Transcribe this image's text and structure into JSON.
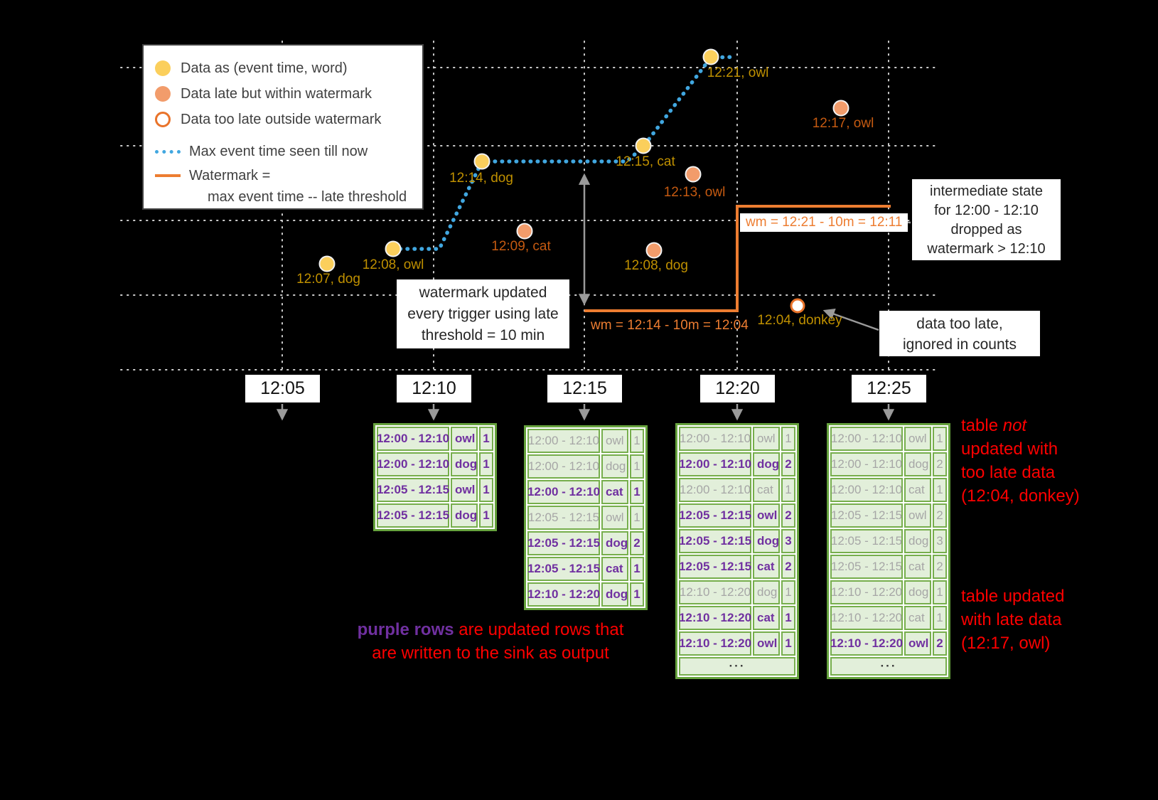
{
  "legend": {
    "items": [
      {
        "label": "Data as (event time, word)"
      },
      {
        "label": "Data late but within watermark"
      },
      {
        "label": "Data too late outside watermark"
      },
      {
        "label": "Max event time seen till now"
      },
      {
        "label_line1": "Watermark =",
        "label_line2": "max event time -- late threshold"
      }
    ]
  },
  "points": {
    "on_time": [
      {
        "label": "12:07, dog"
      },
      {
        "label": "12:08, owl"
      },
      {
        "label": "12:14, dog"
      },
      {
        "label": "12:15, cat"
      },
      {
        "label": "12:21, owl"
      }
    ],
    "late": [
      {
        "label": "12:09, cat"
      },
      {
        "label": "12:13, owl"
      },
      {
        "label": "12:08, dog"
      },
      {
        "label": "12:17, owl"
      }
    ],
    "too_late": [
      {
        "label": "12:04, donkey"
      }
    ]
  },
  "watermark_labels": {
    "first": "wm = 12:14 - 10m = 12:04",
    "second": "wm = 12:21 - 10m = 12:11"
  },
  "callouts": {
    "watermark_updated": {
      "lines": [
        "watermark updated",
        "every trigger using late",
        "threshold = 10 min"
      ]
    },
    "intermediate_state": {
      "lines": [
        "intermediate state",
        "for 12:00 - 12:10",
        "dropped as",
        "watermark > 12:10"
      ]
    },
    "too_late": {
      "lines": [
        "data too late,",
        "ignored in counts"
      ]
    }
  },
  "axis": {
    "ticks": [
      "12:05",
      "12:10",
      "12:15",
      "12:20",
      "12:25"
    ]
  },
  "table_ellipsis": "···",
  "tables": [
    {
      "trigger": "12:10",
      "more": false,
      "rows": [
        {
          "range": "12:00 - 12:10",
          "word": "owl",
          "count": "1",
          "updated": true
        },
        {
          "range": "12:00 - 12:10",
          "word": "dog",
          "count": "1",
          "updated": true
        },
        {
          "range": "12:05 - 12:15",
          "word": "owl",
          "count": "1",
          "updated": true
        },
        {
          "range": "12:05 - 12:15",
          "word": "dog",
          "count": "1",
          "updated": true
        }
      ]
    },
    {
      "trigger": "12:15",
      "more": false,
      "rows": [
        {
          "range": "12:00 - 12:10",
          "word": "owl",
          "count": "1",
          "updated": false
        },
        {
          "range": "12:00 - 12:10",
          "word": "dog",
          "count": "1",
          "updated": false
        },
        {
          "range": "12:00 - 12:10",
          "word": "cat",
          "count": "1",
          "updated": true
        },
        {
          "range": "12:05 - 12:15",
          "word": "owl",
          "count": "1",
          "updated": false
        },
        {
          "range": "12:05 - 12:15",
          "word": "dog",
          "count": "2",
          "updated": true
        },
        {
          "range": "12:05 - 12:15",
          "word": "cat",
          "count": "1",
          "updated": true
        },
        {
          "range": "12:10 - 12:20",
          "word": "dog",
          "count": "1",
          "updated": true
        }
      ]
    },
    {
      "trigger": "12:20",
      "more": true,
      "rows": [
        {
          "range": "12:00 - 12:10",
          "word": "owl",
          "count": "1",
          "updated": false
        },
        {
          "range": "12:00 - 12:10",
          "word": "dog",
          "count": "2",
          "updated": true
        },
        {
          "range": "12:00 - 12:10",
          "word": "cat",
          "count": "1",
          "updated": false
        },
        {
          "range": "12:05 - 12:15",
          "word": "owl",
          "count": "2",
          "updated": true
        },
        {
          "range": "12:05 - 12:15",
          "word": "dog",
          "count": "3",
          "updated": true
        },
        {
          "range": "12:05 - 12:15",
          "word": "cat",
          "count": "2",
          "updated": true
        },
        {
          "range": "12:10 - 12:20",
          "word": "dog",
          "count": "1",
          "updated": false
        },
        {
          "range": "12:10 - 12:20",
          "word": "cat",
          "count": "1",
          "updated": true
        },
        {
          "range": "12:10 - 12:20",
          "word": "owl",
          "count": "1",
          "updated": true
        }
      ]
    },
    {
      "trigger": "12:25",
      "more": true,
      "rows": [
        {
          "range": "12:00 - 12:10",
          "word": "owl",
          "count": "1",
          "updated": false
        },
        {
          "range": "12:00 - 12:10",
          "word": "dog",
          "count": "2",
          "updated": false
        },
        {
          "range": "12:00 - 12:10",
          "word": "cat",
          "count": "1",
          "updated": false
        },
        {
          "range": "12:05 - 12:15",
          "word": "owl",
          "count": "2",
          "updated": false
        },
        {
          "range": "12:05 - 12:15",
          "word": "dog",
          "count": "3",
          "updated": false
        },
        {
          "range": "12:05 - 12:15",
          "word": "cat",
          "count": "2",
          "updated": false
        },
        {
          "range": "12:10 - 12:20",
          "word": "dog",
          "count": "1",
          "updated": false
        },
        {
          "range": "12:10 - 12:20",
          "word": "cat",
          "count": "1",
          "updated": false
        },
        {
          "range": "12:10 - 12:20",
          "word": "owl",
          "count": "2",
          "updated": true
        }
      ]
    }
  ],
  "annotations": {
    "sink_note": {
      "purple_text": "purple rows",
      "line1_rest": " are updated rows that",
      "line2": "are written to the sink as output"
    },
    "not_updated": {
      "line1_pre": "table ",
      "line1_italic": "not",
      "line2": "updated with",
      "line3": "too late data",
      "line4": "(12:04, donkey)"
    },
    "updated_late": {
      "line1": "table updated",
      "line2": "with late data",
      "line3": "(12:17, owl)"
    }
  },
  "colors": {
    "on_time_fill": "#FBCF5C",
    "late_fill": "#F29C6B",
    "too_late_ring": "#E9732A",
    "max_event_line": "#41A7E0",
    "watermark_line": "#ED7D31",
    "updated_row_text": "#7030A0",
    "stale_row_text": "#A6A6A6",
    "table_border": "#66A23D",
    "cell_bg": "#E2EFDA",
    "note_red": "#FE0000"
  }
}
